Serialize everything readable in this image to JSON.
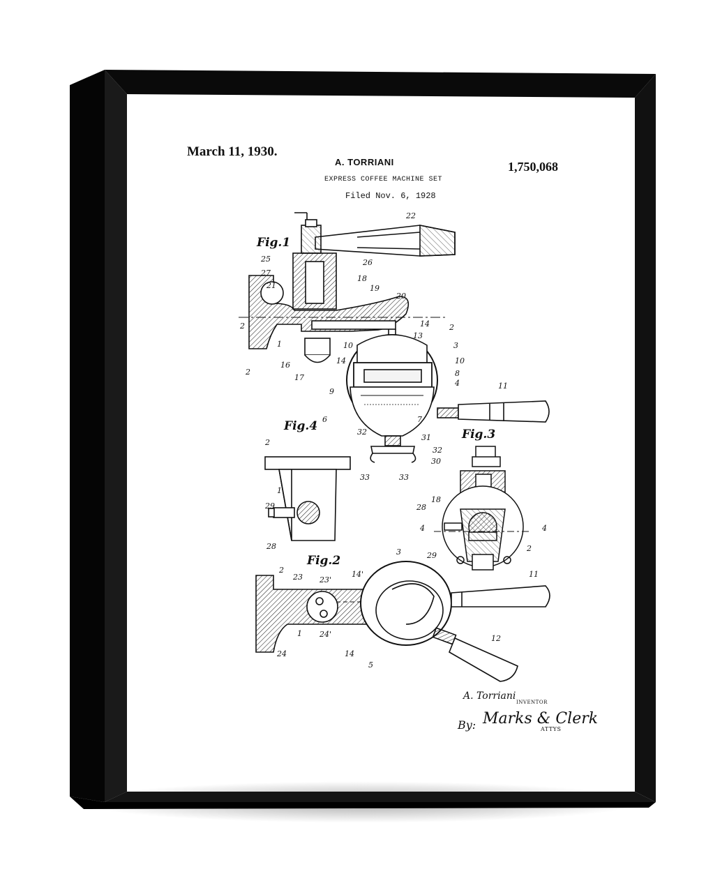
{
  "patent": {
    "date": "March 11, 1930.",
    "inventor": "A. TORRIANI",
    "number": "1,750,068",
    "title": "EXPRESS COFFEE MACHINE SET",
    "filed": "Filed Nov. 6, 1928"
  },
  "figures": {
    "fig1": "Fig.1",
    "fig2": "Fig.2",
    "fig3": "Fig.3",
    "fig4": "Fig.4"
  },
  "signature": {
    "name": "A. Torriani",
    "role": "INVENTOR",
    "by": "By:",
    "attorney": "Marks & Clerk",
    "attys": "ATTYS"
  },
  "colors": {
    "frame": "#000000",
    "paper": "#ffffff",
    "ink": "#111111"
  }
}
